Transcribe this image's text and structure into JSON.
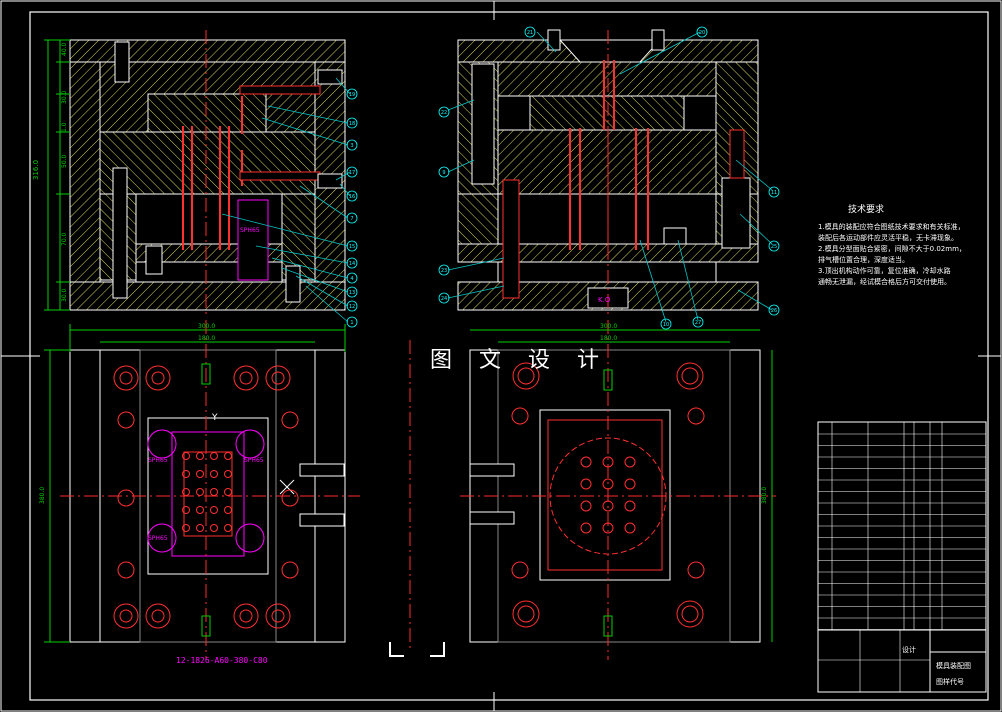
{
  "watermark": "图 文 设 计",
  "tech_requirements": {
    "title": "技术要求",
    "items": [
      "1.模具的装配应符合图纸技术要求和有关标准，",
      "装配后各运动部件应灵活平稳，无卡滞现象。",
      "2.模具分型面贴合紧密，间隙不大于0.02mm，",
      "排气槽位置合理，深度适当。",
      "3.顶出机构动作可靠，复位准确，冷却水路",
      "通畅无泄漏，经试模合格后方可交付使用。"
    ]
  },
  "part_code": "12-1826-A60-380-C80",
  "labels": {
    "spring_1": "SPH65",
    "spring_2": "SPH65",
    "spring_3": "SPH65",
    "spring_4": "SPH65",
    "ko": "K.O",
    "y_axis": "Y"
  },
  "dims": {
    "top_left_width": "300.0",
    "top_left_inner": "180.0",
    "top_right_width": "300.0",
    "top_right_inner": "180.0",
    "left_height": "380.0",
    "right_height": "380.0",
    "stack_total": "316.0",
    "stack_1": "40.0",
    "stack_2": "30.0",
    "stack_3": "1.0",
    "stack_4": "50.0",
    "stack_5": "70.0",
    "stack_6": "30.0"
  },
  "balloons_left": [
    "19",
    "18",
    "3",
    "17",
    "16",
    "7",
    "15",
    "14",
    "4",
    "13",
    "12",
    "1"
  ],
  "balloons_right_top": [
    "21",
    "20"
  ],
  "balloons_right_left": [
    "22",
    "9",
    "23",
    "24"
  ],
  "balloons_right_side": [
    "11",
    "25",
    "26"
  ],
  "balloons_right_bottom": [
    "10",
    "27"
  ],
  "title_block": {
    "title": "模具装配图",
    "drawing_no": "图样代号",
    "designer": "设计"
  },
  "colors": {
    "frame": "#ffffff",
    "hatch": "#d8d860",
    "center": "#ff2a2a",
    "pins": "#ff3030",
    "leader": "#00c8c8",
    "cavity": "#ff00ff",
    "balloon": "#00ffff"
  }
}
